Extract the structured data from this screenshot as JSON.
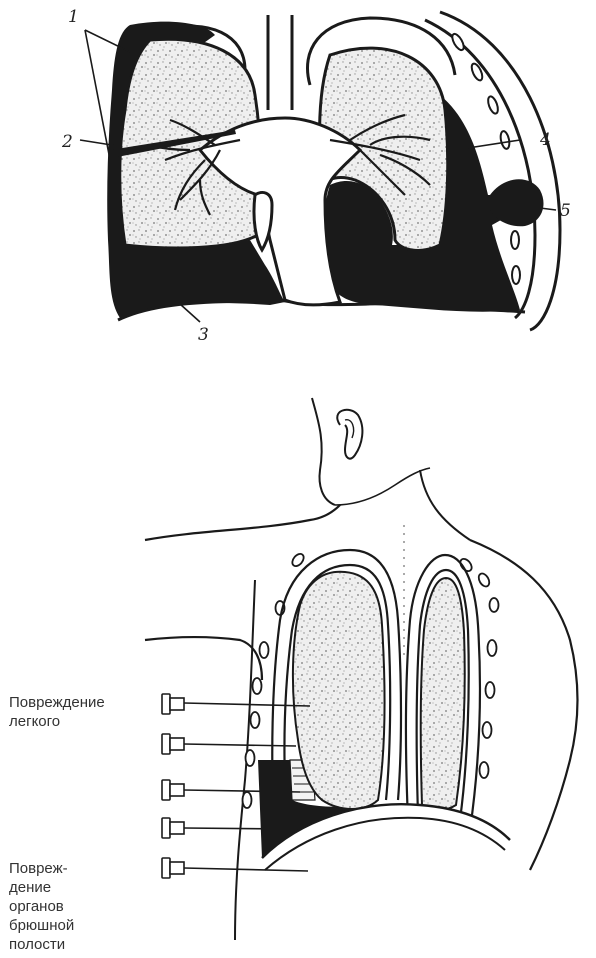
{
  "figure_top": {
    "callouts": [
      {
        "id": "1",
        "text": "1"
      },
      {
        "id": "2",
        "text": "2"
      },
      {
        "id": "3",
        "text": "3"
      },
      {
        "id": "4",
        "text": "4"
      },
      {
        "id": "5",
        "text": "5"
      }
    ]
  },
  "figure_bottom": {
    "label_lung_injury": [
      "Повреждение",
      "легкого"
    ],
    "label_abdominal_injury": [
      "Повреж-",
      "дение",
      "органов",
      "брюшной",
      "полости"
    ]
  },
  "colors": {
    "ink": "#1a1a1a",
    "lung_fill": "#efefef",
    "background": "#ffffff"
  }
}
